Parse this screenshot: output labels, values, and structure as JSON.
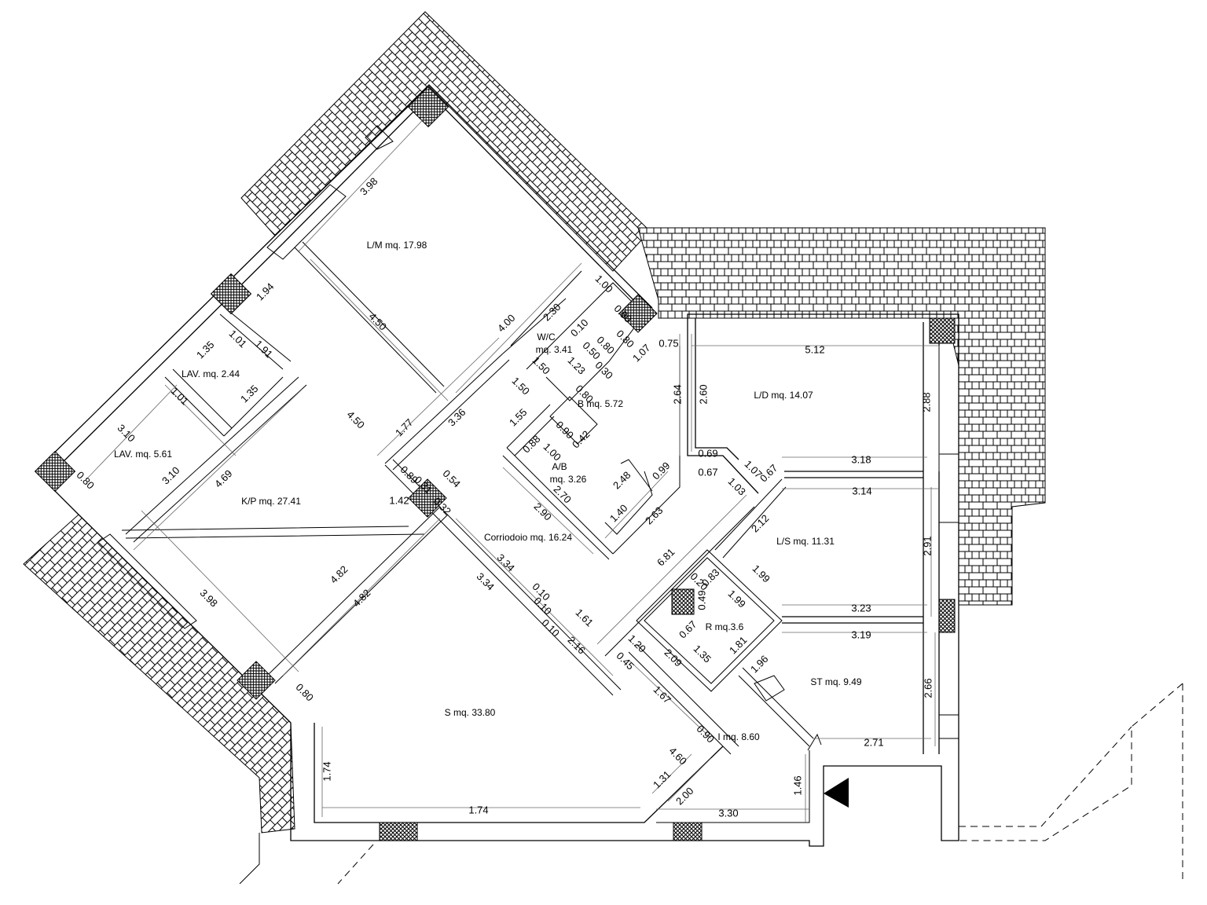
{
  "rooms": [
    {
      "id": "lm",
      "text": "L/M mq. 17.98"
    },
    {
      "id": "wc1",
      "text": "W/C"
    },
    {
      "id": "wc2",
      "text": "mq. 3.41"
    },
    {
      "id": "b",
      "text": "B mq. 5.72"
    },
    {
      "id": "ld",
      "text": "L/D mq. 14.07"
    },
    {
      "id": "lav1",
      "text": "LAV. mq. 2.44"
    },
    {
      "id": "lav2",
      "text": "LAV. mq. 5.61"
    },
    {
      "id": "kp",
      "text": "K/P mq. 27.41"
    },
    {
      "id": "ab1",
      "text": "A/B"
    },
    {
      "id": "ab2",
      "text": "mq. 3.26"
    },
    {
      "id": "corr",
      "text": "Corriodoio mq. 16.24"
    },
    {
      "id": "ls",
      "text": "L/S mq. 11.31"
    },
    {
      "id": "r",
      "text": "R mq.3.6"
    },
    {
      "id": "st",
      "text": "ST mq. 9.49"
    },
    {
      "id": "s",
      "text": "S mq. 33.80"
    },
    {
      "id": "i",
      "text": "I mq. 8.60"
    }
  ],
  "dimensions": [
    "3.98",
    "4.50",
    "4.50",
    "4.00",
    "2.30",
    "1.00",
    "0.80",
    "0.10",
    "0.80",
    "0.50",
    "0.30",
    "0.80",
    "1.07",
    "0.75",
    "1.94",
    "1.35",
    "1.01",
    "1.91",
    "1.01",
    "1.35",
    "3.10",
    "3.10",
    "0.80",
    "4.69",
    "3.98",
    "1.77",
    "3.36",
    "1.50",
    "1.50",
    "1.23",
    "1.55",
    "0.80",
    "0.90",
    "0.42",
    "0.88",
    "1.00",
    "2.70",
    "2.90",
    "2.48",
    "1.40",
    "2.63",
    "0.99",
    "2.64",
    "2.60",
    "5.12",
    "0.69",
    "0.67",
    "1.07",
    "0.67",
    "1.03",
    "2.88",
    "3.18",
    "3.14",
    "2.12",
    "2.91",
    "1.99",
    "1.99",
    "0.83",
    "0.20",
    "0.49",
    "0.67",
    "1.35",
    "1.81",
    "2.09",
    "3.23",
    "3.19",
    "1.96",
    "2.66",
    "2.71",
    "0.89",
    "0.31",
    "0.54",
    "0.32",
    "1.42",
    "4.82",
    "4.82",
    "3.34",
    "3.34",
    "0.10",
    "0.10",
    "0.10",
    "1.61",
    "2.16",
    "1.20",
    "0.45",
    "1.67",
    "0.90",
    "4.60",
    "1.31",
    "2.00",
    "6.81",
    "0.80",
    "1.74",
    "1.74",
    "3.30",
    "1.46"
  ]
}
